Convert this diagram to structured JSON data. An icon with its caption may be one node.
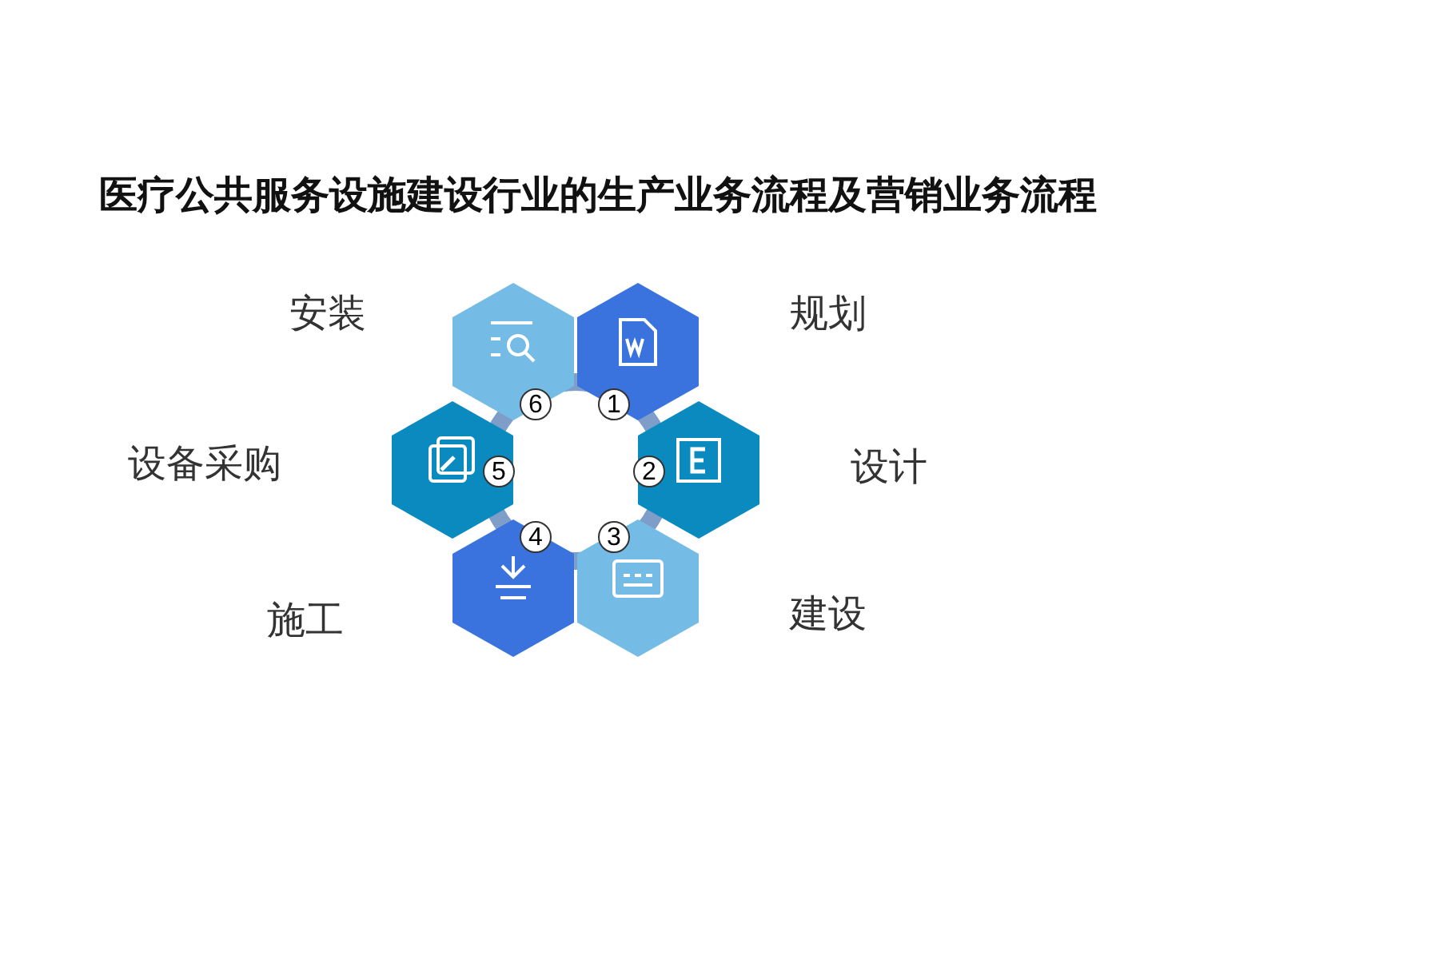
{
  "diagram": {
    "title": "医疗公共服务设施建设行业的生产业务流程及营销业务流程",
    "nodes": [
      {
        "text": [],
        "shape": "hexagon",
        "beside": [
          "规划"
        ]
      },
      {
        "text": [],
        "shape": "hexagon",
        "beside": [
          "设计"
        ]
      },
      {
        "text": [],
        "shape": "hexagon",
        "beside": [
          "建设"
        ]
      },
      {
        "text": [],
        "shape": "hexagon",
        "beside": [
          "施工"
        ]
      },
      {
        "text": [],
        "shape": "hexagon",
        "beside": [
          "设备采购"
        ]
      },
      {
        "text": [],
        "shape": "hexagon",
        "beside": [
          "安装"
        ]
      }
    ],
    "labels": [
      "1",
      "2",
      "3",
      "4",
      "5",
      "6"
    ]
  }
}
